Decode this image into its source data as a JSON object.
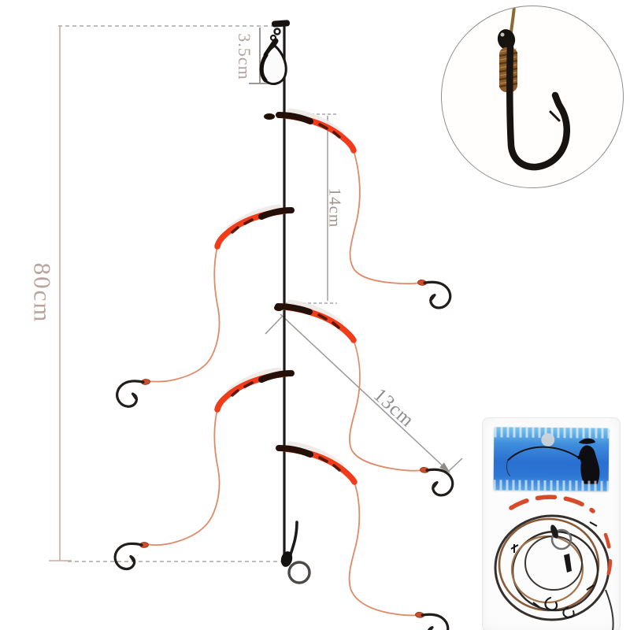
{
  "diagram": {
    "labels": {
      "total_length": "80cm",
      "swivel_offset": "3.5cm",
      "branch_spacing": "14cm",
      "leader_length": "13cm"
    },
    "colors": {
      "main_line": "#1d1b1a",
      "hook_sleeve_red": "#f13c1b",
      "sleeve_dark": "#241009",
      "sleeve_sheath_white": "#efe9e6",
      "leader_line": "#e08a68",
      "dimension_rose": "#cbaaa3",
      "dimension_gray": "#a8a8a8",
      "bracket_gray": "#8f8a86",
      "label_rose": "#b9a39e",
      "label_gray": "#8f8d91"
    }
  },
  "insets": {
    "hook_closeup": {
      "hook_color": "#171310",
      "snell_knot_brown": "#8a5a2c"
    },
    "package": {
      "card_blue": "#2a6fd0",
      "bag_white": "#fcfcfc",
      "coil_brown": "#8a5a38",
      "coil_dark": "#35302c",
      "sleeve_red": "#d84a2a"
    }
  }
}
